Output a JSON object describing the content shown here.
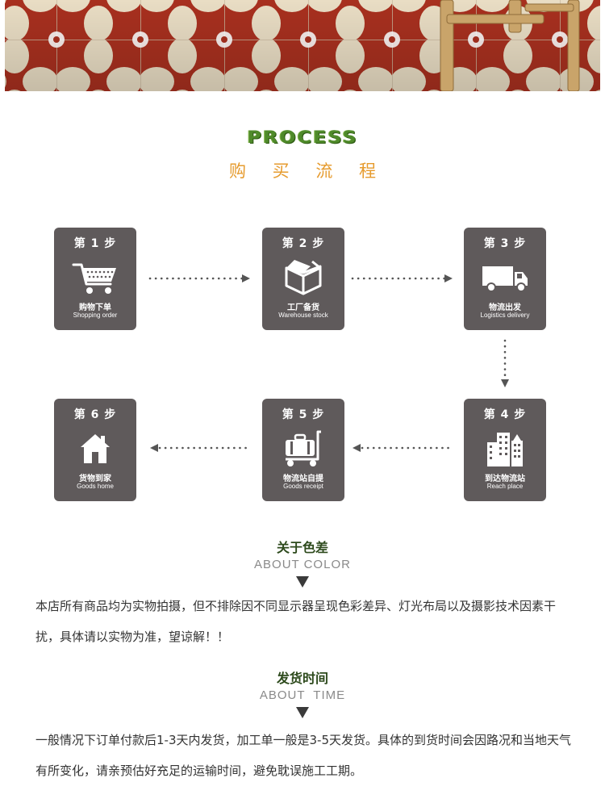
{
  "process": {
    "title_en": "PROCESS",
    "title_cn": "购 买 流 程"
  },
  "steps": [
    {
      "num": "第 1 步",
      "cn": "购物下单",
      "en": "Shopping order",
      "icon": "shopping-cart-icon"
    },
    {
      "num": "第 2 步",
      "cn": "工厂备货",
      "en": "Warehouse stock",
      "icon": "box-icon"
    },
    {
      "num": "第 3 步",
      "cn": "物流出发",
      "en": "Logistics delivery",
      "icon": "truck-icon"
    },
    {
      "num": "第 4 步",
      "cn": "到达物流站",
      "en": "Reach place",
      "icon": "buildings-icon"
    },
    {
      "num": "第 5 步",
      "cn": "物流站自提",
      "en": "Goods receipt",
      "icon": "luggage-cart-icon"
    },
    {
      "num": "第 6 步",
      "cn": "货物到家",
      "en": "Goods home",
      "icon": "house-icon"
    }
  ],
  "about_color": {
    "title_cn": "关于色差",
    "title_en": "ABOUT COLOR",
    "text": "本店所有商品均为实物拍摄，但不排除因不同显示器呈现色彩差异、灯光布局以及摄影技术因素干扰，具体请以实物为准，望谅解！！"
  },
  "about_time": {
    "title_cn": "发货时间",
    "title_en": "ABOUT  TIME",
    "text": "一般情况下订单付款后1-3天内发货，加工单一般是3-5天发货。具体的到货时间会因路况和当地天气有所变化，请亲预估好充足的运输时间，避免耽误施工工期。"
  },
  "colors": {
    "card": "#5f5a5b",
    "accent_orange": "#e69b2e",
    "accent_green": "#4f8a2a",
    "tile_red": "#a02a21",
    "tile_cream": "#e8dcc4"
  }
}
